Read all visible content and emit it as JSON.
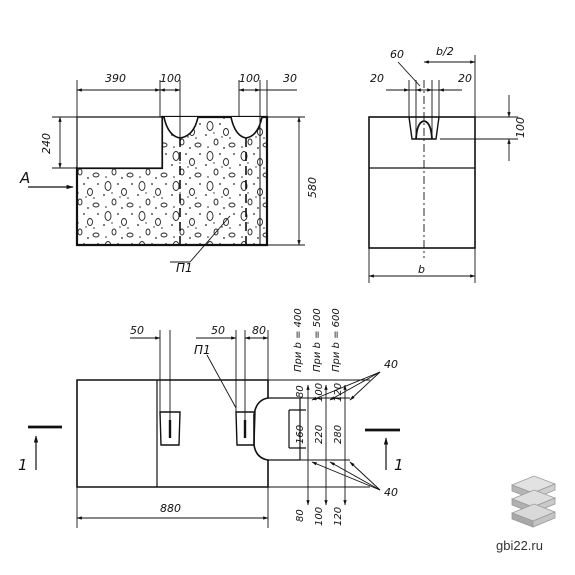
{
  "top_left_view": {
    "dims_top": [
      "390",
      "100",
      "100",
      "30"
    ],
    "dim_left": "240",
    "dim_right": "580",
    "view_label": "А",
    "part_label": "П1"
  },
  "top_right_view": {
    "dim_60": "60",
    "dim_b_half": "b/2",
    "dim_20_left": "20",
    "dim_20_right": "20",
    "dim_100": "100",
    "dim_b": "b"
  },
  "bottom_view": {
    "dim_50_left": "50",
    "dim_50_mid": "50",
    "dim_80_top": "80",
    "part_label": "П1",
    "col_headers": [
      "При b = 400",
      "При b = 500",
      "При b = 600"
    ],
    "row_top": [
      "80",
      "100",
      "120"
    ],
    "row_mid": [
      "160",
      "220",
      "280"
    ],
    "row_bot": [
      "80",
      "100",
      "120"
    ],
    "callout_top": "40",
    "callout_bottom": "40",
    "dim_880": "880",
    "section_left": "1",
    "section_right": "1"
  },
  "watermark": {
    "site": "gbi22.ru",
    "logo_icon": "stacked-slabs-icon"
  }
}
